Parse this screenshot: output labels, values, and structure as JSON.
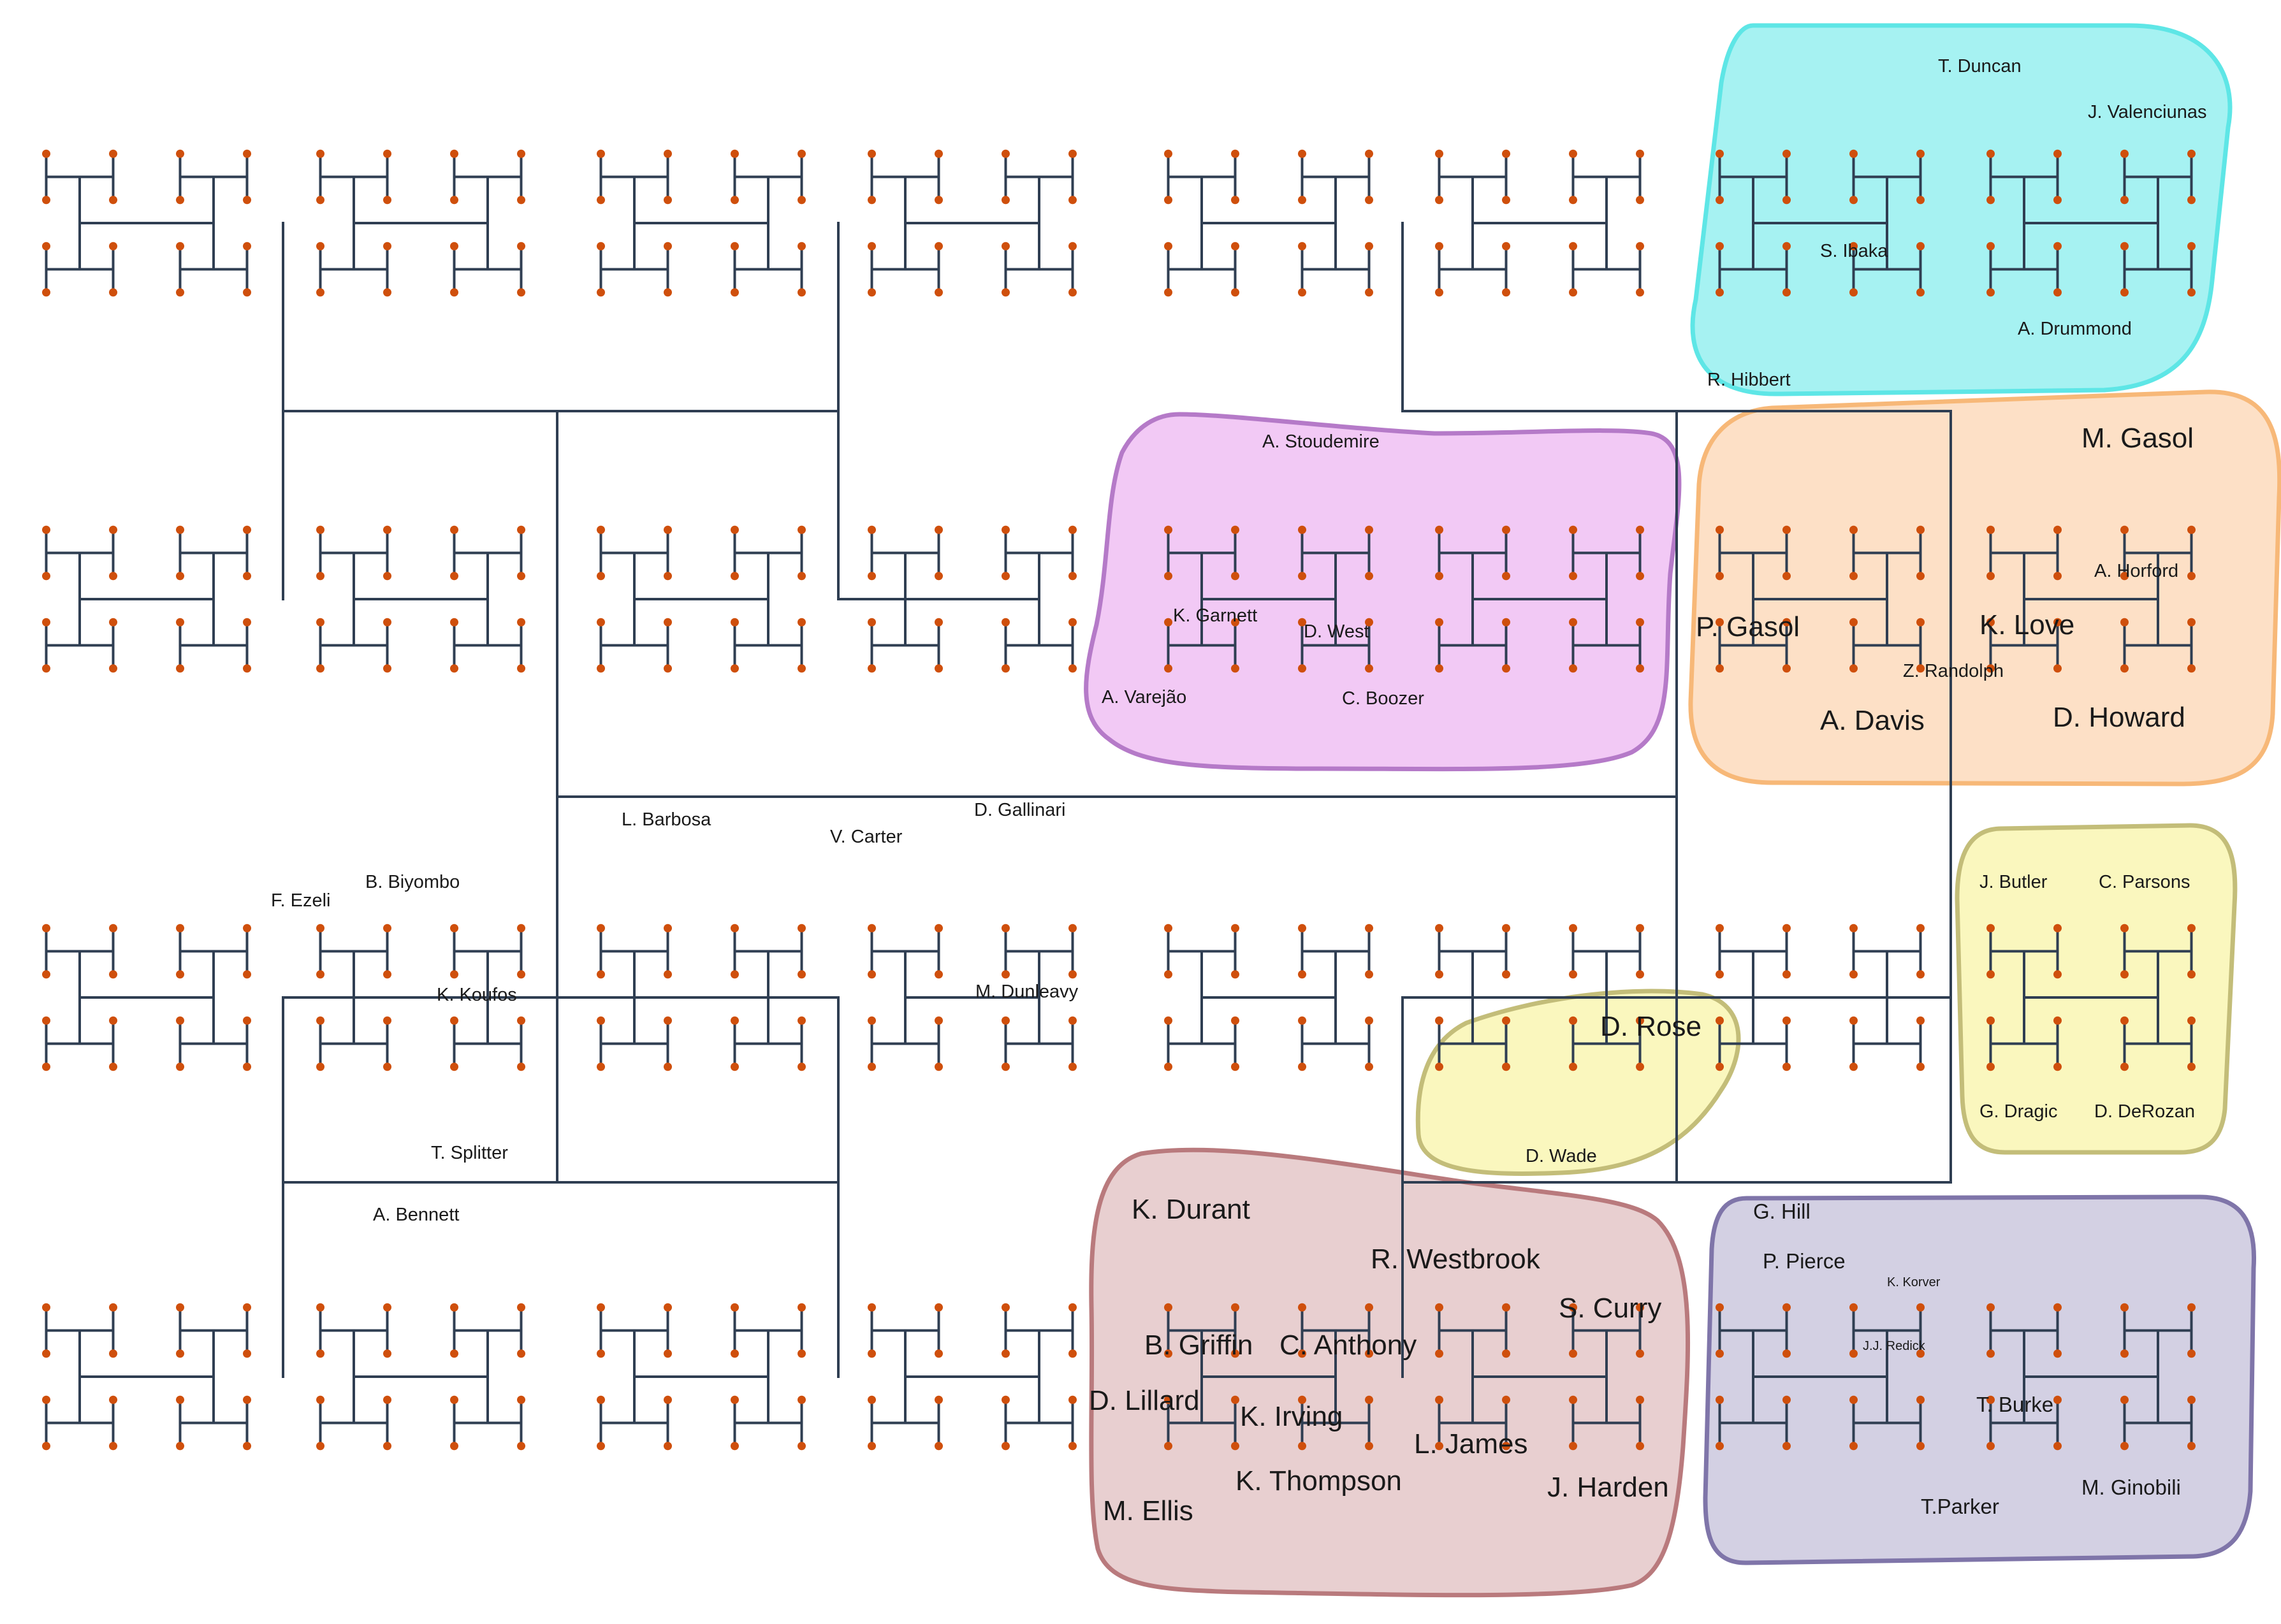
{
  "clusters": [
    {
      "id": "cyan",
      "fill": "#a6f2f2",
      "stroke": "#5ee6e6"
    },
    {
      "id": "orange",
      "fill": "#fde0c6",
      "stroke": "#f7b878"
    },
    {
      "id": "purple",
      "fill": "#f2c9f5",
      "stroke": "#b57ac8"
    },
    {
      "id": "yellow",
      "fill": "#faf7be",
      "stroke": "#c3bd79"
    },
    {
      "id": "red",
      "fill": "#e8cfd0",
      "stroke": "#b97a7d"
    },
    {
      "id": "blue",
      "fill": "#d3d0e3",
      "stroke": "#7f75a9"
    }
  ],
  "labels": {
    "duncan": "T. Duncan",
    "valanciunas": "J. Valenciunas",
    "ibaka": "S. Ibaka",
    "drummond": "A. Drummond",
    "hibbert": "R. Hibbert",
    "m_gasol": "M. Gasol",
    "horford": "A. Horford",
    "p_gasol": "P. Gasol",
    "love": "K. Love",
    "randolph": "Z. Randolph",
    "davis": "A. Davis",
    "howard": "D. Howard",
    "stoudemire": "A. Stoudemire",
    "garnett": "K. Garnett",
    "west": "D. West",
    "varejao": "A. Varejão",
    "boozer": "C. Boozer",
    "barbosa": "L. Barbosa",
    "carter": "V. Carter",
    "gallinari": "D. Gallinari",
    "dunleavy": "M. Dunleavy",
    "ezeli": "F. Ezeli",
    "biyombo": "B. Biyombo",
    "koufos": "K. Koufos",
    "splitter": "T. Splitter",
    "bennett": "A. Bennett",
    "rose": "D. Rose",
    "wade": "D. Wade",
    "butler": "J. Butler",
    "parsons": "C. Parsons",
    "dragic": "G. Dragic",
    "derozan": "D. DeRozan",
    "durant": "K. Durant",
    "westbrook": "R. Westbrook",
    "curry": "S. Curry",
    "griffin": "B. Griffin",
    "anthony": "C. Anthony",
    "lillard": "D. Lillard",
    "irving": "K. Irving",
    "james": "L. James",
    "thompson": "K. Thompson",
    "harden": "J. Harden",
    "ellis": "M. Ellis",
    "hill": "G. Hill",
    "pierce": "P. Pierce",
    "korver": "K. Korver",
    "redick": "J.J. Redick",
    "burke": "T. Burke",
    "parker": "T.Parker",
    "ginobili": "M. Ginobili"
  }
}
